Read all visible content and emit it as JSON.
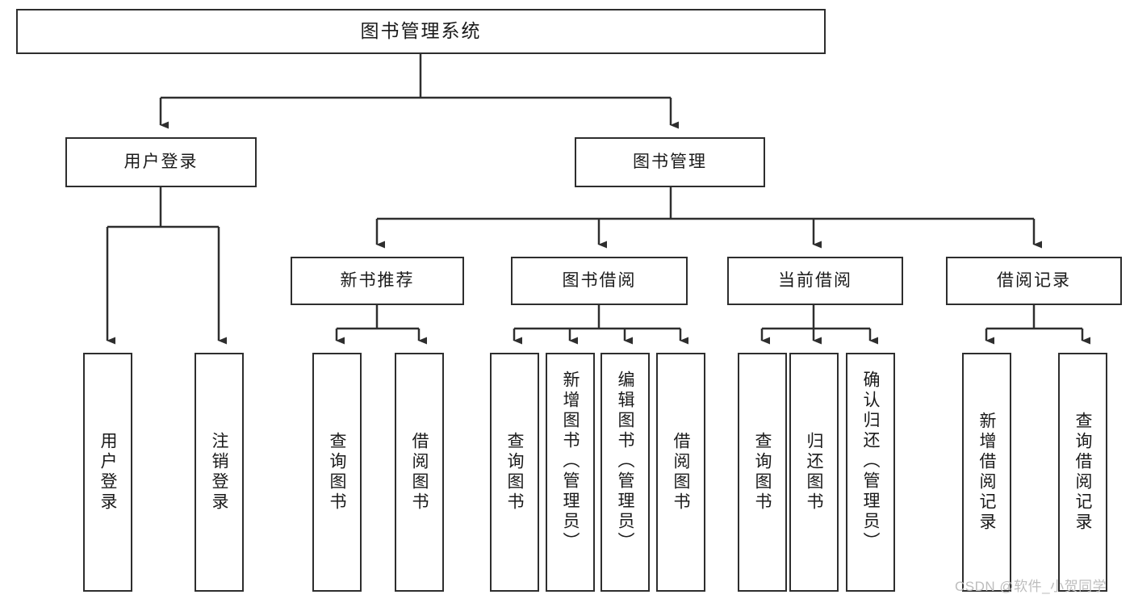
{
  "diagram": {
    "title": "图书管理系统",
    "type": "tree",
    "root": {
      "id": "root",
      "label": "图书管理系统"
    },
    "level1": [
      {
        "id": "user-login",
        "label": "用户登录"
      },
      {
        "id": "book-manage",
        "label": "图书管理"
      }
    ],
    "level2": [
      {
        "id": "new-book-recommend",
        "label": "新书推荐",
        "parent": "book-manage"
      },
      {
        "id": "book-borrow",
        "label": "图书借阅",
        "parent": "book-manage"
      },
      {
        "id": "current-borrow",
        "label": "当前借阅",
        "parent": "book-manage"
      },
      {
        "id": "borrow-record",
        "label": "借阅记录",
        "parent": "book-manage"
      }
    ],
    "leaves": {
      "user-login": [
        {
          "id": "leaf-user-login",
          "label": "用户登录"
        },
        {
          "id": "leaf-logout-login",
          "label": "注销登录"
        }
      ],
      "new-book-recommend": [
        {
          "id": "leaf-query-book-1",
          "label": "查询图书"
        },
        {
          "id": "leaf-borrow-book-1",
          "label": "借阅图书"
        }
      ],
      "book-borrow": [
        {
          "id": "leaf-query-book-2",
          "label": "查询图书"
        },
        {
          "id": "leaf-add-book",
          "label": "新增图书（管理员）"
        },
        {
          "id": "leaf-edit-book",
          "label": "编辑图书（管理员）"
        },
        {
          "id": "leaf-borrow-book-2",
          "label": "借阅图书"
        }
      ],
      "current-borrow": [
        {
          "id": "leaf-query-book-3",
          "label": "查询图书"
        },
        {
          "id": "leaf-return-book",
          "label": "归还图书"
        },
        {
          "id": "leaf-confirm-return",
          "label": "确认归还（管理员）"
        }
      ],
      "borrow-record": [
        {
          "id": "leaf-add-record",
          "label": "新增借阅记录"
        },
        {
          "id": "leaf-query-record",
          "label": "查询借阅记录"
        }
      ]
    }
  },
  "watermark": {
    "text": "CSDN @软件_小贺同学"
  },
  "colors": {
    "stroke": "#2e2e2e",
    "background": "#ffffff",
    "text": "#1a1a1a",
    "watermark": "#bdbdbd"
  }
}
